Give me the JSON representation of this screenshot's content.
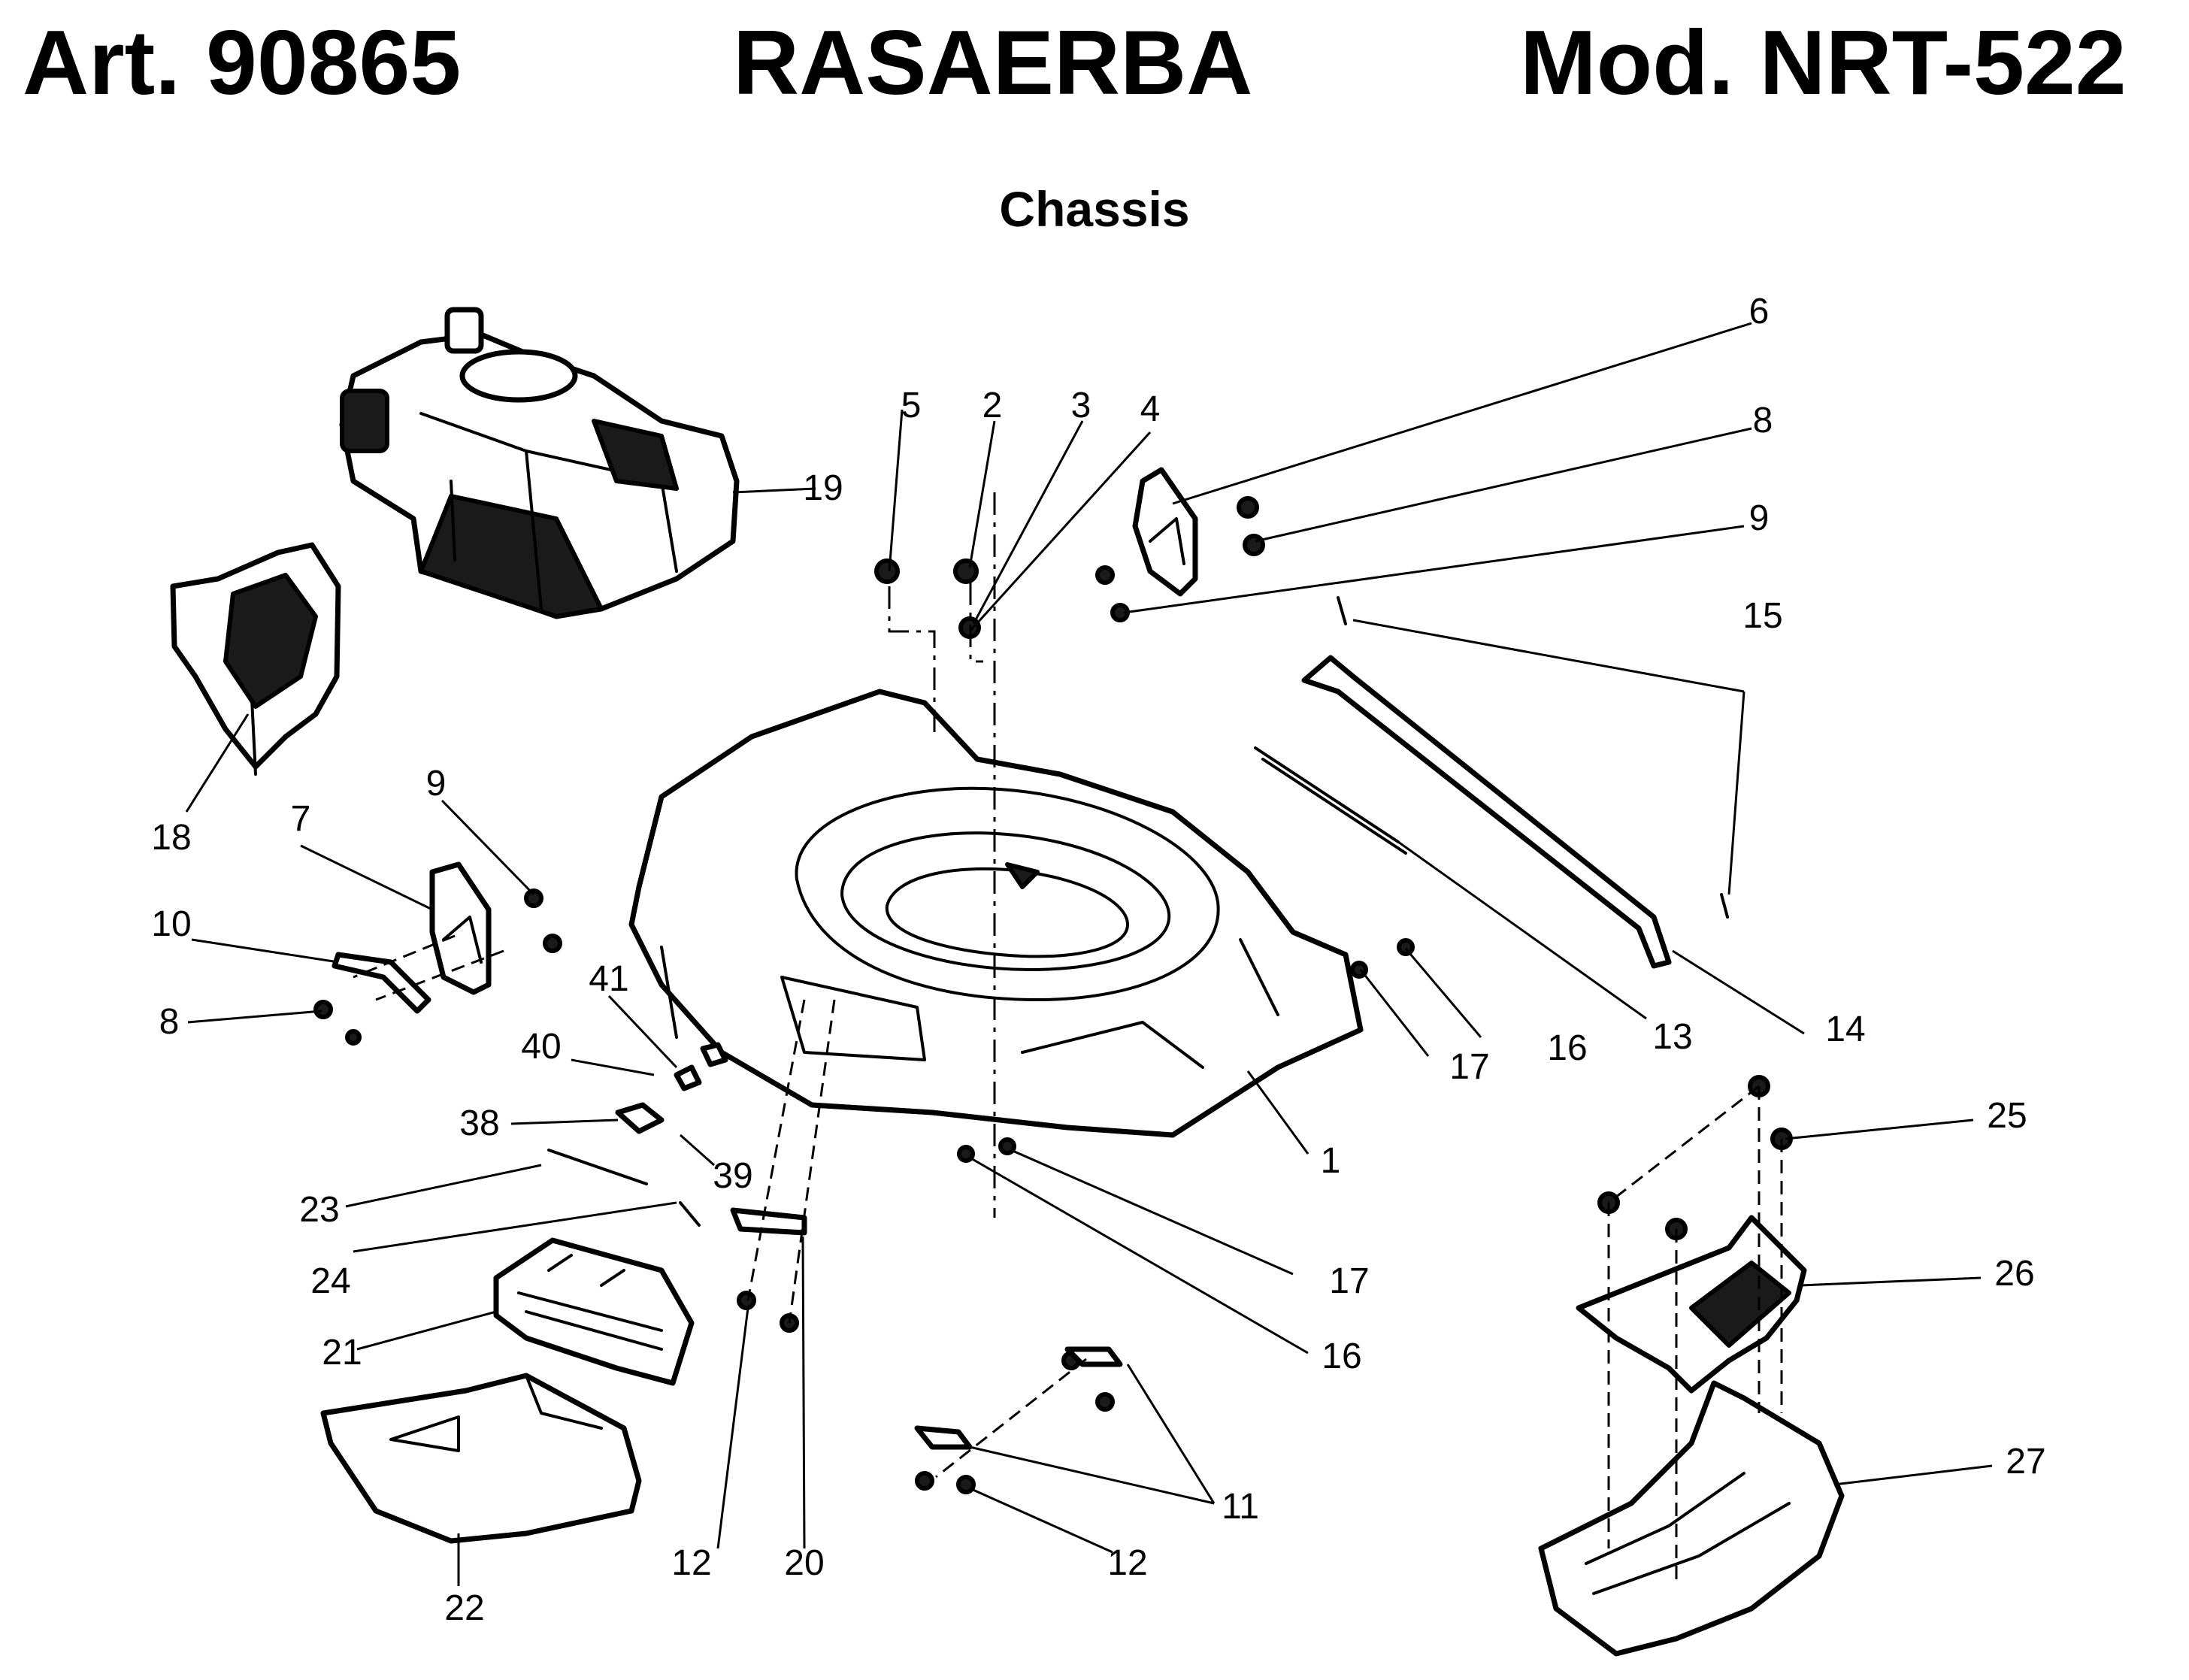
{
  "header": {
    "article": "Art. 90865",
    "product": "RASAERBA",
    "model": "Mod. NRT-522"
  },
  "section_title": "Chassis",
  "callouts": {
    "n1": "1",
    "n2": "2",
    "n3": "3",
    "n4": "4",
    "n5": "5",
    "n6": "6",
    "n7": "7",
    "n8a": "8",
    "n8b": "8",
    "n9a": "9",
    "n9b": "9",
    "n10": "10",
    "n11": "11",
    "n12a": "12",
    "n12b": "12",
    "n13": "13",
    "n14": "14",
    "n15": "15",
    "n16a": "16",
    "n16b": "16",
    "n17a": "17",
    "n17b": "17",
    "n18": "18",
    "n19": "19",
    "n20": "20",
    "n21": "21",
    "n22": "22",
    "n23": "23",
    "n24": "24",
    "n25": "25",
    "n26": "26",
    "n27": "27",
    "n38": "38",
    "n39": "39",
    "n40": "40",
    "n41": "41"
  }
}
